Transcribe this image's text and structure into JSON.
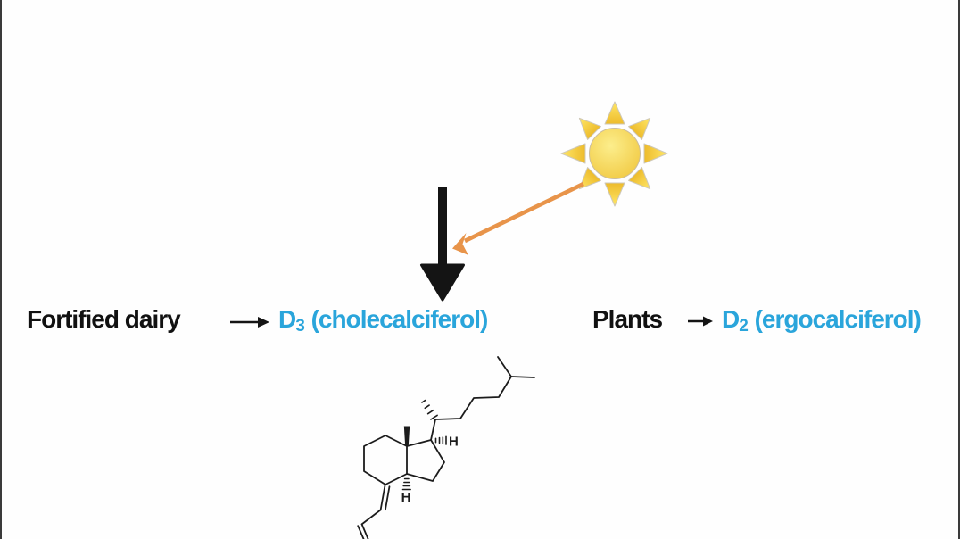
{
  "page": {
    "background_color": "#FEFEFE",
    "edge_line_color": "#3A3A3A"
  },
  "diagram": {
    "sun": {
      "icon": "sun-icon",
      "core_color": "#F3C83B",
      "highlight_color": "#FCEE8C",
      "ray_color": "#F2C235"
    },
    "sunlight_arrow_color": "#E8944A",
    "down_arrow_color": "#141414",
    "vitamin_text_color": "#2AA5DB",
    "source_text_color": "#111111",
    "left_item": {
      "source_label": "Fortified dairy",
      "vitamin_base": "D",
      "vitamin_subscript": "3",
      "vitamin_name": " (cholecalciferol)"
    },
    "right_item": {
      "source_label": "Plants",
      "vitamin_base": "D",
      "vitamin_subscript": "2",
      "vitamin_name": " (ergocalciferol)"
    },
    "molecule": {
      "hydrogen_label_c17": "H",
      "hydrogen_label_c14": "H",
      "bond_color": "#1C1C1C"
    }
  }
}
